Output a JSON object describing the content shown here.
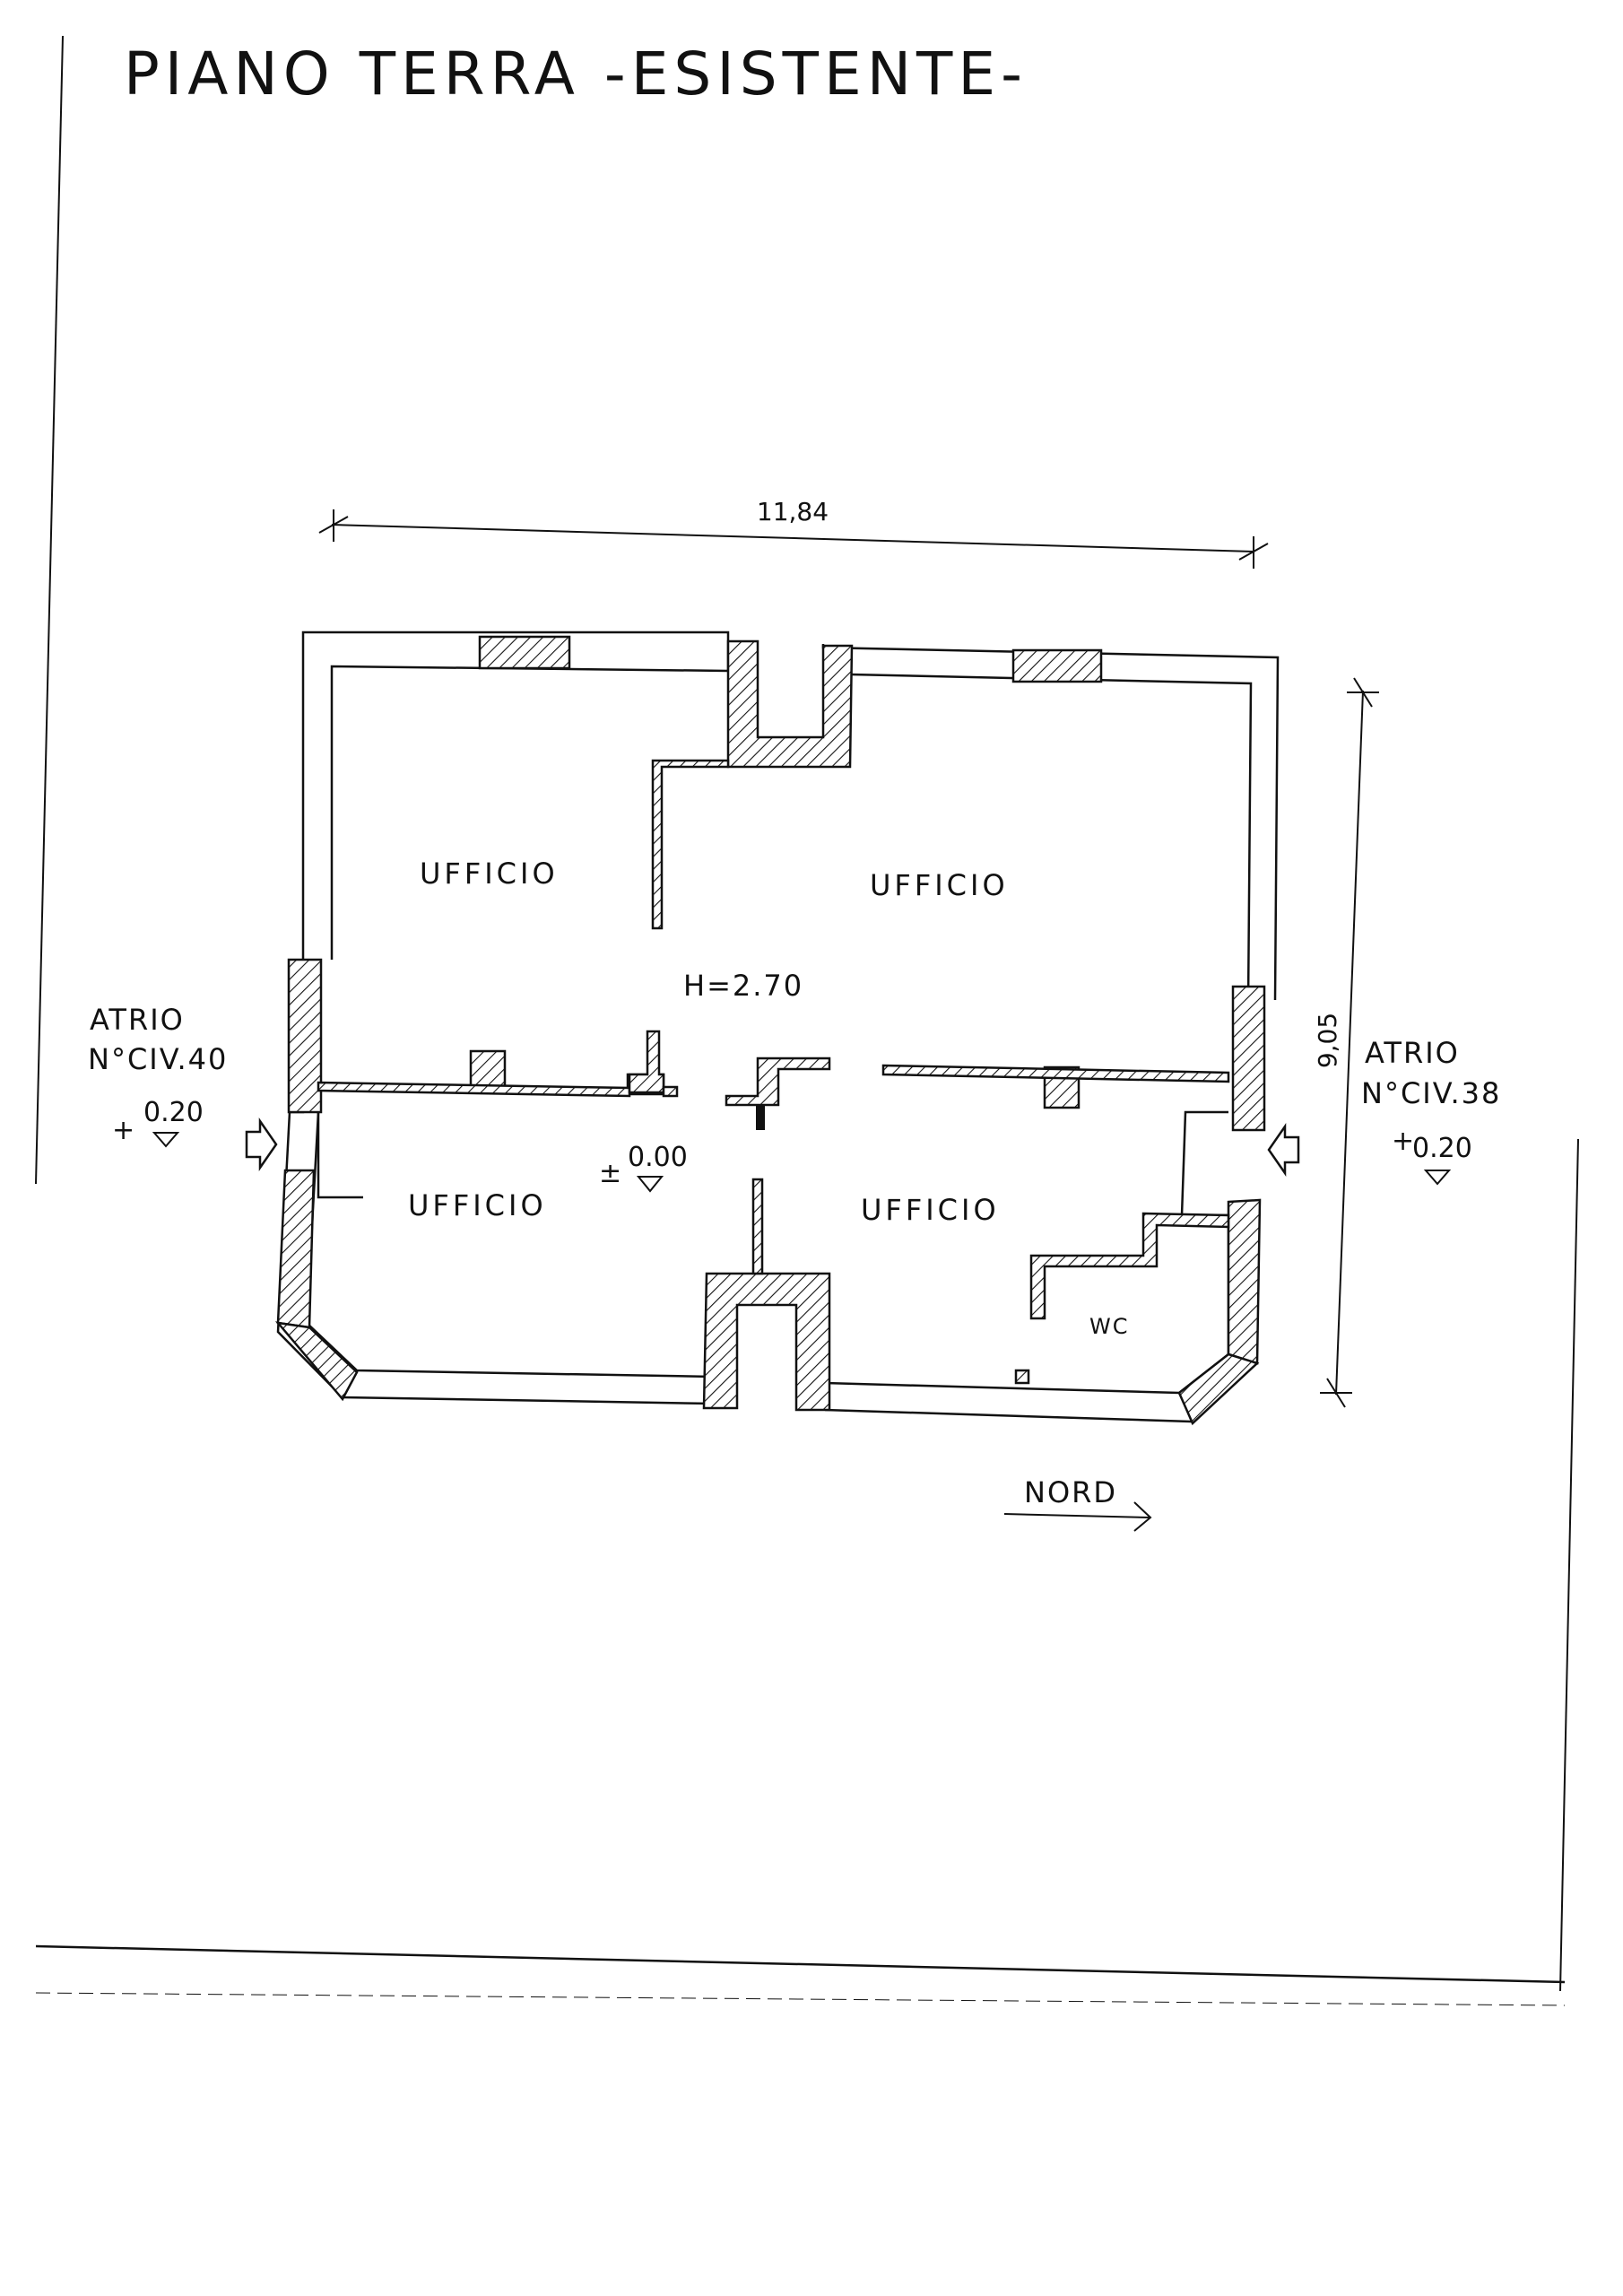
{
  "title": "PIANO TERRA -ESISTENTE-",
  "dimensions": {
    "width": "11,84",
    "depth": "9,05"
  },
  "height_label": "H=2.70",
  "rooms": [
    {
      "label": "UFFICIO"
    },
    {
      "label": "UFFICIO"
    },
    {
      "label": "UFFICIO"
    },
    {
      "label": "UFFICIO"
    },
    {
      "label": "WC"
    }
  ],
  "levels": {
    "floor_sign": "±",
    "floor_value": "0.00",
    "left_sign": "+",
    "left_value": "0.20",
    "right_sign": "+",
    "right_value": "0.20"
  },
  "entrances": {
    "left": {
      "title": "ATRIO",
      "number": "N°CIV.40"
    },
    "right": {
      "title": "ATRIO",
      "number": "N°CIV.38"
    }
  },
  "north_label": "NORD"
}
